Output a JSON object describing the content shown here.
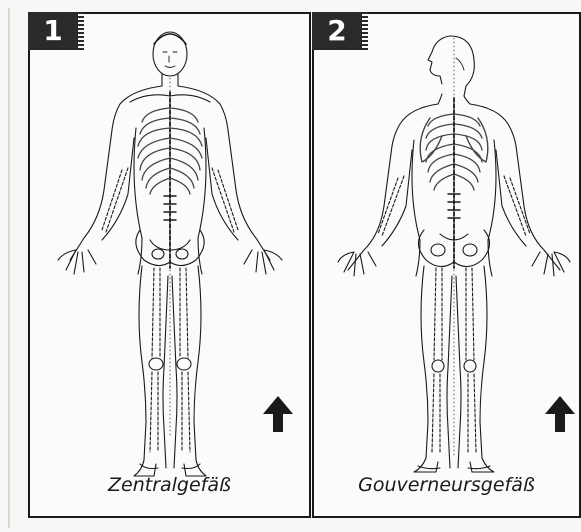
{
  "panels": [
    {
      "number": "1",
      "caption": "Zentralgefäß",
      "view": "front",
      "arrow_direction": "up"
    },
    {
      "number": "2",
      "caption": "Gouverneursgefäß",
      "view": "back",
      "arrow_direction": "up"
    }
  ],
  "colors": {
    "ink": "#1a1a1a",
    "paper": "#fbfbfa"
  },
  "icons": {
    "arrow": "arrow-up-icon"
  }
}
